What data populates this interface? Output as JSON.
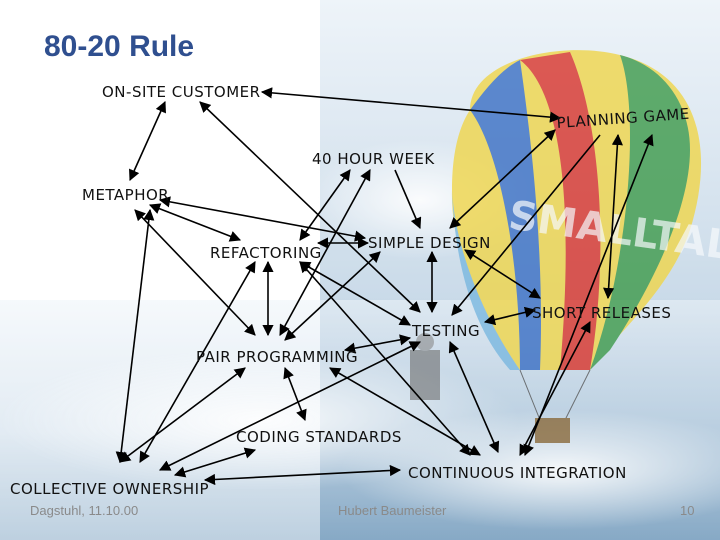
{
  "title": "80-20 Rule",
  "footer": {
    "left": "Dagstuhl, 11.10.00",
    "center": "Hubert Baumeister",
    "right": "10"
  },
  "nodes": {
    "onsite": "ON-SITE CUSTOMER",
    "planning": "PLANNING GAME",
    "hour40": "40 HOUR WEEK",
    "metaphor": "METAPHOR",
    "refactoring": "REFACTORING",
    "simple": "SIMPLE DESIGN",
    "short": "SHORT RELEASES",
    "testing": "TESTING",
    "pair": "PAIR PROGRAMMING",
    "coding": "CODING STANDARDS",
    "collective": "COLLECTIVE OWNERSHIP",
    "continuous": "CONTINUOUS INTEGRATION"
  },
  "balloon_text": "SMALLTALK",
  "colors": {
    "title": "#2f4f8f",
    "sky_light": "#dbe8f2",
    "sky_dark": "#8fb3cf",
    "sea": "#4d7ea3"
  }
}
